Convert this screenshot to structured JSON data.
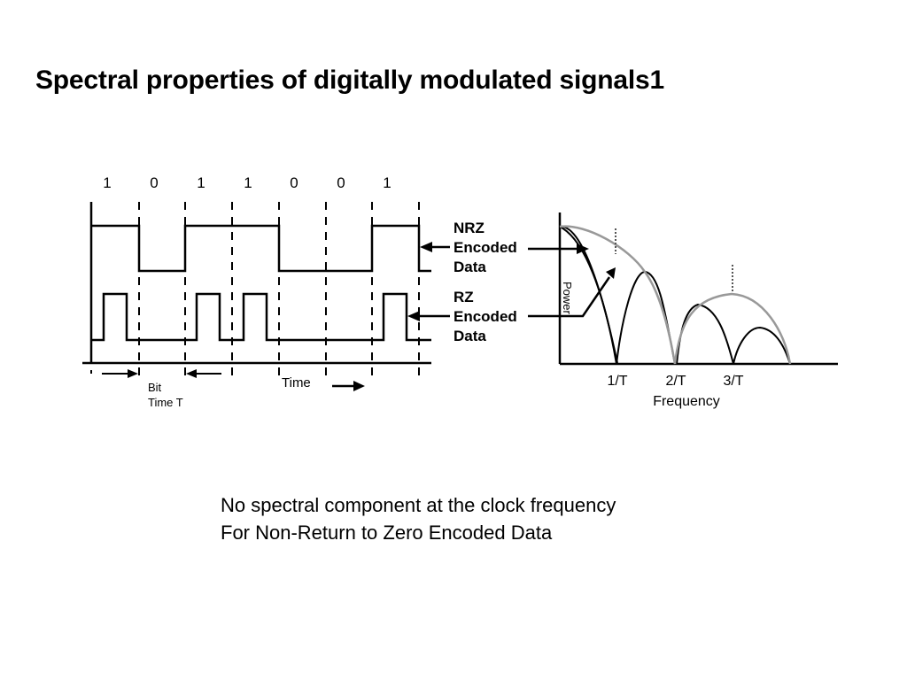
{
  "slide": {
    "title": "Spectral properties of digitally modulated signals1",
    "caption": [
      "No spectral component at the clock frequency",
      "For Non-Return to Zero Encoded Data"
    ]
  },
  "waveform": {
    "bits": [
      "1",
      "0",
      "1",
      "1",
      "0",
      "0",
      "1"
    ],
    "nrz_label": [
      "NRZ",
      "Encoded",
      "Data"
    ],
    "rz_label": [
      "RZ",
      "Encoded",
      "Data"
    ],
    "bit_time_label": [
      "Bit",
      "Time T"
    ],
    "time_label": "Time"
  },
  "spectrum": {
    "ticks": [
      "1/T",
      "2/T",
      "3/T"
    ],
    "xlabel": "Frequency",
    "ylabel_letters": [
      "P",
      "o",
      "w",
      "e",
      "r"
    ]
  },
  "colors": {
    "line": "#000000",
    "envelope": "#999999"
  }
}
